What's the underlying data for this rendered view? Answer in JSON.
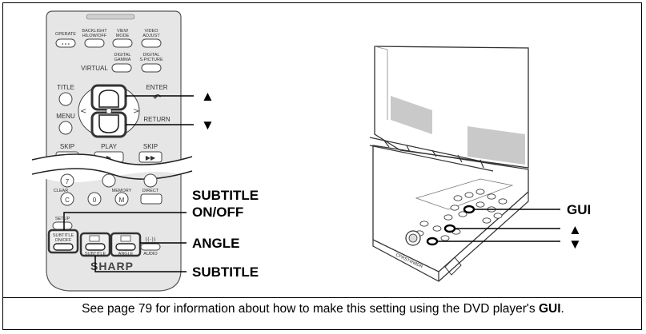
{
  "remote": {
    "operate": "OPERATE",
    "backlight": "BACKLIGHT\nHILOW/OFF",
    "view_mode": "VIEW\nMODE",
    "video_adjust": "VIDEO\nADJUST",
    "virtual": "VIRTUAL",
    "digital_gamma": "DIGITAL\nGAMMA",
    "digital_picture": "DIGITAL\nS.PICTURE",
    "title": "TITLE",
    "enter": "ENTER",
    "menu": "MENU",
    "return": "RETURN",
    "skip_left": "SKIP",
    "play": "PLAY",
    "skip_right": "SKIP",
    "clear": "CLEAR",
    "memory": "MEMORY",
    "direct": "DIRECT",
    "setup": "SETUP",
    "subtitle_onoff": "SUBTITLE\nON/OFF",
    "subtitle": "SUBTITLE",
    "angle": "ANGLE",
    "audio": "AUDIO",
    "brand": "SHARP",
    "key_7": "7",
    "key_c": "C",
    "key_0": "0",
    "key_m": "M"
  },
  "callouts": {
    "up_arrow": "▲",
    "down_arrow": "▼",
    "subtitle_onoff_line1": "SUBTITLE",
    "subtitle_onoff_line2": "ON/OFF",
    "angle": "ANGLE",
    "subtitle": "SUBTITLE",
    "gui": "GUI",
    "player_up": "▲",
    "player_down": "▼"
  },
  "player": {
    "model_label": "CPRST4N8DR"
  },
  "caption": {
    "prefix": "See page 79 for information about how to make this setting using the DVD player's ",
    "bold": "GUI",
    "suffix": "."
  }
}
